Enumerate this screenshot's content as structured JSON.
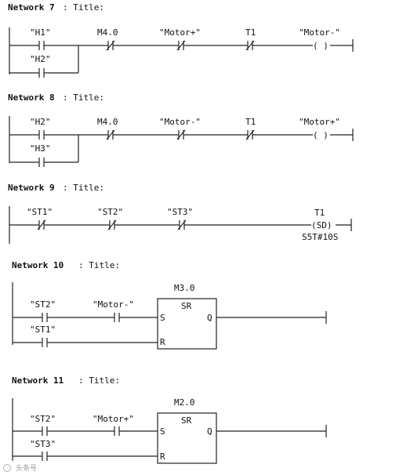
{
  "networks": [
    {
      "header": "Network 7",
      "title": ": Title:",
      "contacts": [
        {
          "tag": "\"H1\"",
          "nc": false
        },
        {
          "tag": "\"H2\"",
          "nc": false
        },
        {
          "tag": "M4.0",
          "nc": true
        },
        {
          "tag": "\"Motor+\"",
          "nc": true
        },
        {
          "tag": "T1",
          "nc": true
        }
      ],
      "coil": {
        "tag": "\"Motor-\"",
        "symbol": "( )"
      }
    },
    {
      "header": "Network 8",
      "title": ": Title:",
      "contacts": [
        {
          "tag": "\"H2\"",
          "nc": false
        },
        {
          "tag": "\"H3\"",
          "nc": false
        },
        {
          "tag": "M4.0",
          "nc": true
        },
        {
          "tag": "\"Motor-\"",
          "nc": true
        },
        {
          "tag": "T1",
          "nc": true
        }
      ],
      "coil": {
        "tag": "\"Motor+\"",
        "symbol": "( )"
      }
    },
    {
      "header": "Network 9",
      "title": ": Title:",
      "contacts": [
        {
          "tag": "\"ST1\"",
          "nc": true
        },
        {
          "tag": "\"ST2\"",
          "nc": true
        },
        {
          "tag": "\"ST3\"",
          "nc": true
        }
      ],
      "coil": {
        "tag": "T1",
        "symbol": "(SD)",
        "preset": "S5T#10S"
      }
    },
    {
      "header": "Network 10",
      "title": ": Title:",
      "contacts": [
        {
          "tag": "\"ST2\"",
          "nc": false
        },
        {
          "tag": "\"Motor-\"",
          "nc": false
        },
        {
          "tag": "\"ST1\"",
          "nc": false
        }
      ],
      "block": {
        "address": "M3.0",
        "type": "SR",
        "set": "S",
        "reset": "R",
        "out": "Q"
      }
    },
    {
      "header": "Network 11",
      "title": ": Title:",
      "contacts": [
        {
          "tag": "\"ST2\"",
          "nc": false
        },
        {
          "tag": "\"Motor+\"",
          "nc": false
        },
        {
          "tag": "\"ST3\"",
          "nc": false
        }
      ],
      "block": {
        "address": "M2.0",
        "type": "SR",
        "set": "S",
        "reset": "R",
        "out": "Q"
      }
    }
  ],
  "watermark": "头条号"
}
